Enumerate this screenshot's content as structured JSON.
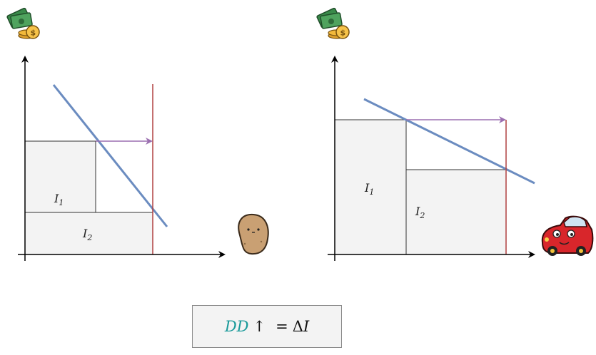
{
  "left_panel": {
    "region_labels": [
      {
        "base": "I",
        "sub": "1"
      },
      {
        "base": "I",
        "sub": "2"
      }
    ],
    "icons": {
      "top": "money-stack-icon",
      "right": "potato-icon"
    }
  },
  "right_panel": {
    "region_labels": [
      {
        "base": "I",
        "sub": "1"
      },
      {
        "base": "I",
        "sub": "2"
      }
    ],
    "icons": {
      "top": "money-stack-icon",
      "right": "red-car-icon"
    }
  },
  "formula": {
    "dd": "DD",
    "arrow": "↑",
    "equals": "=",
    "delta": "Δ",
    "var": "I"
  },
  "colors": {
    "demand_line": "#6b8cc0",
    "vertical_line": "#b04040",
    "shift_arrow": "#9b6fb0",
    "area_fill": "#f3f3f3",
    "area_stroke": "#333333",
    "dd_text": "#1a9a9a"
  }
}
